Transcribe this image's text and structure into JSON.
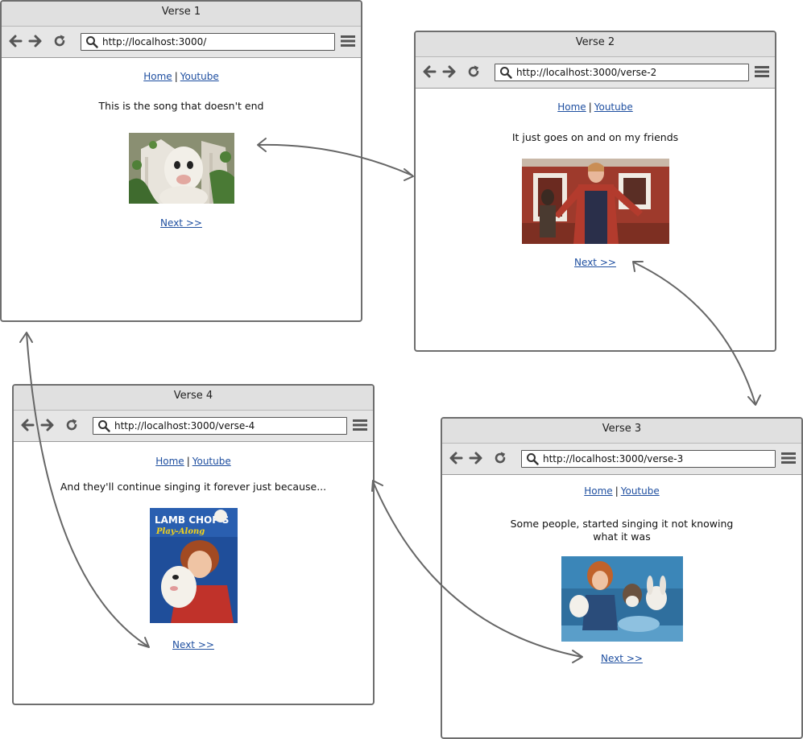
{
  "windows": [
    {
      "title": "Verse 1",
      "url": "http://localhost:3000/",
      "nav_home": "Home",
      "nav_sep": "|",
      "nav_youtube": "Youtube",
      "verse": "This is the song that doesn't end",
      "next": "Next >>"
    },
    {
      "title": "Verse 2",
      "url": "http://localhost:3000/verse-2",
      "nav_home": "Home",
      "nav_sep": "|",
      "nav_youtube": "Youtube",
      "verse": "It just goes on and on my friends",
      "next": "Next >>"
    },
    {
      "title": "Verse 3",
      "url": "http://localhost:3000/verse-3",
      "nav_home": "Home",
      "nav_sep": "|",
      "nav_youtube": "Youtube",
      "verse_line1": "Some people, started singing it not knowing",
      "verse_line2": "what it was",
      "next": "Next >>"
    },
    {
      "title": "Verse 4",
      "url": "http://localhost:3000/verse-4",
      "nav_home": "Home",
      "nav_sep": "|",
      "nav_youtube": "Youtube",
      "verse": "And they'll continue singing it forever just because...",
      "next": "Next >>",
      "poster_title_line1": "LAMB CHOP'S",
      "poster_title_line2": "Play-Along"
    }
  ],
  "colors": {
    "link": "#1f4fa0",
    "chrome": "#e0e0e0",
    "border": "#6e6e6e",
    "arrow": "#666666"
  },
  "icons": {
    "back": "arrow-left-icon",
    "forward": "arrow-right-icon",
    "reload": "reload-icon",
    "search": "search-icon",
    "menu": "hamburger-menu-icon"
  }
}
